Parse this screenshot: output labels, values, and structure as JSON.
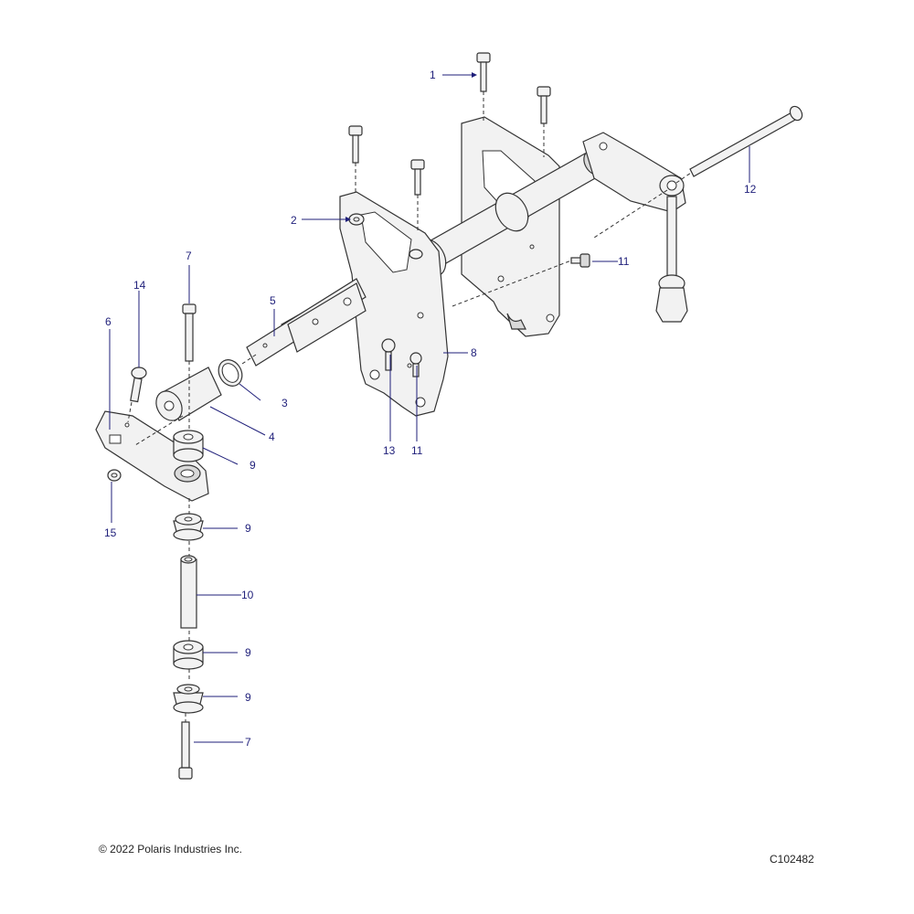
{
  "diagram": {
    "callouts": [
      {
        "id": "c1",
        "label": "1"
      },
      {
        "id": "c2",
        "label": "2"
      },
      {
        "id": "c3",
        "label": "3"
      },
      {
        "id": "c4",
        "label": "4"
      },
      {
        "id": "c5",
        "label": "5"
      },
      {
        "id": "c6",
        "label": "6"
      },
      {
        "id": "c7a",
        "label": "7"
      },
      {
        "id": "c7b",
        "label": "7"
      },
      {
        "id": "c8",
        "label": "8"
      },
      {
        "id": "c9a",
        "label": "9"
      },
      {
        "id": "c9b",
        "label": "9"
      },
      {
        "id": "c9c",
        "label": "9"
      },
      {
        "id": "c9d",
        "label": "9"
      },
      {
        "id": "c10",
        "label": "10"
      },
      {
        "id": "c11a",
        "label": "11"
      },
      {
        "id": "c11b",
        "label": "11"
      },
      {
        "id": "c12",
        "label": "12"
      },
      {
        "id": "c13",
        "label": "13"
      },
      {
        "id": "c14",
        "label": "14"
      },
      {
        "id": "c15",
        "label": "15"
      }
    ]
  },
  "footer": {
    "copyright": "© 2022 Polaris Industries Inc.",
    "diagram_code": "C102482"
  },
  "colors": {
    "callout_text": "#1f1f7a",
    "line_art": "#333333",
    "part_fill": "#f2f2f2"
  }
}
